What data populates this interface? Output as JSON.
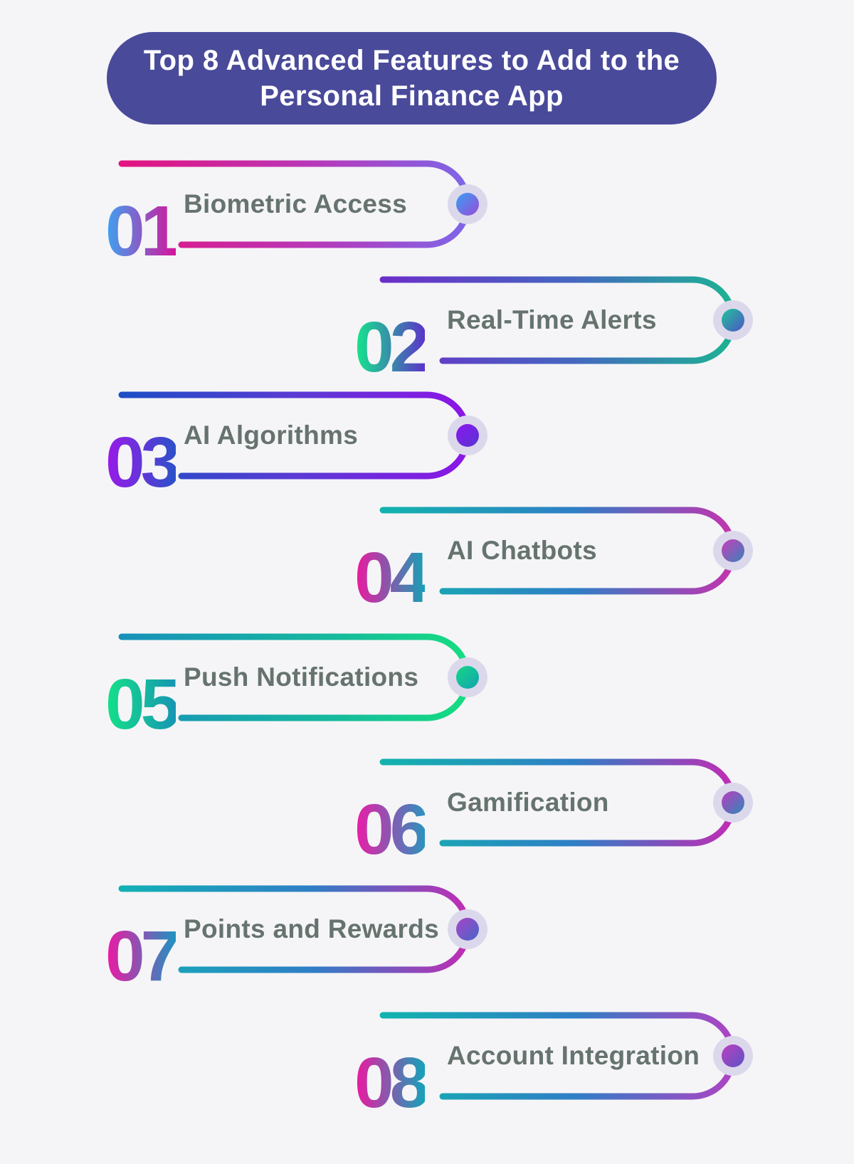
{
  "header": {
    "title_lines": [
      "Top 8 Advanced Features to Add to the",
      "Personal Finance App"
    ],
    "bg_color": "#4A4A9B",
    "text_color": "#FFFFFF"
  },
  "colors": {
    "background": "#F5F5F7",
    "label_text": "#66736E",
    "dot_ring": "#DCD8EC"
  },
  "items": [
    {
      "number": "01",
      "label": "Biometric Access",
      "side": "left",
      "line_stops": [
        [
          "0%",
          "#E31380"
        ],
        [
          "55%",
          "#B837B8"
        ],
        [
          "100%",
          "#7E66E8"
        ]
      ],
      "number_gradient": [
        "#3BA4F2",
        "#D6149B"
      ],
      "dot_gradient": [
        "#36A0F1",
        "#9C4AD9"
      ]
    },
    {
      "number": "02",
      "label": "Real-Time Alerts",
      "side": "right",
      "line_stops": [
        [
          "0%",
          "#6B2EC9"
        ],
        [
          "55%",
          "#4468C0"
        ],
        [
          "100%",
          "#1DB293"
        ]
      ],
      "number_gradient": [
        "#13E98B",
        "#5B34C9"
      ],
      "dot_gradient": [
        "#23C399",
        "#4B55C6"
      ]
    },
    {
      "number": "03",
      "label": "AI Algorithms",
      "side": "left",
      "line_stops": [
        [
          "0%",
          "#1D4EC6"
        ],
        [
          "50%",
          "#5A3BD4"
        ],
        [
          "100%",
          "#8C15E6"
        ]
      ],
      "number_gradient": [
        "#9C19E9",
        "#2B51C9"
      ],
      "dot_gradient": [
        "#8C15EF",
        "#5736D1"
      ]
    },
    {
      "number": "04",
      "label": "AI Chatbots",
      "side": "right",
      "line_stops": [
        [
          "0%",
          "#12B3AE"
        ],
        [
          "55%",
          "#2F7EC6"
        ],
        [
          "100%",
          "#C433AE"
        ]
      ],
      "number_gradient": [
        "#F0169F",
        "#16A0B6"
      ],
      "dot_gradient": [
        "#C83FBC",
        "#3A80B8"
      ]
    },
    {
      "number": "05",
      "label": "Push Notifications",
      "side": "left",
      "line_stops": [
        [
          "0%",
          "#1791BA"
        ],
        [
          "60%",
          "#16B89E"
        ],
        [
          "100%",
          "#15DD81"
        ]
      ],
      "number_gradient": [
        "#14E287",
        "#1795B3"
      ],
      "dot_gradient": [
        "#13D787",
        "#15A3AF"
      ]
    },
    {
      "number": "06",
      "label": "Gamification",
      "side": "right",
      "line_stops": [
        [
          "0%",
          "#12B3AE"
        ],
        [
          "55%",
          "#2F7EC6"
        ],
        [
          "100%",
          "#C12CB4"
        ]
      ],
      "number_gradient": [
        "#EF1AA6",
        "#2A93BE"
      ],
      "dot_gradient": [
        "#BB3BC0",
        "#2F8AB8"
      ]
    },
    {
      "number": "07",
      "label": "Points and Rewards",
      "side": "left",
      "line_stops": [
        [
          "0%",
          "#12B0B5"
        ],
        [
          "55%",
          "#2F7EC6"
        ],
        [
          "100%",
          "#C12CB4"
        ]
      ],
      "number_gradient": [
        "#F018A3",
        "#1F93C1"
      ],
      "dot_gradient": [
        "#A844C8",
        "#4667C8"
      ]
    },
    {
      "number": "08",
      "label": "Account Integration",
      "side": "right",
      "line_stops": [
        [
          "0%",
          "#12B3AE"
        ],
        [
          "55%",
          "#2F7EC6"
        ],
        [
          "100%",
          "#AF43C4"
        ]
      ],
      "number_gradient": [
        "#F016A1",
        "#14A3B9"
      ],
      "dot_gradient": [
        "#BE3FC0",
        "#5A55C4"
      ]
    }
  ]
}
